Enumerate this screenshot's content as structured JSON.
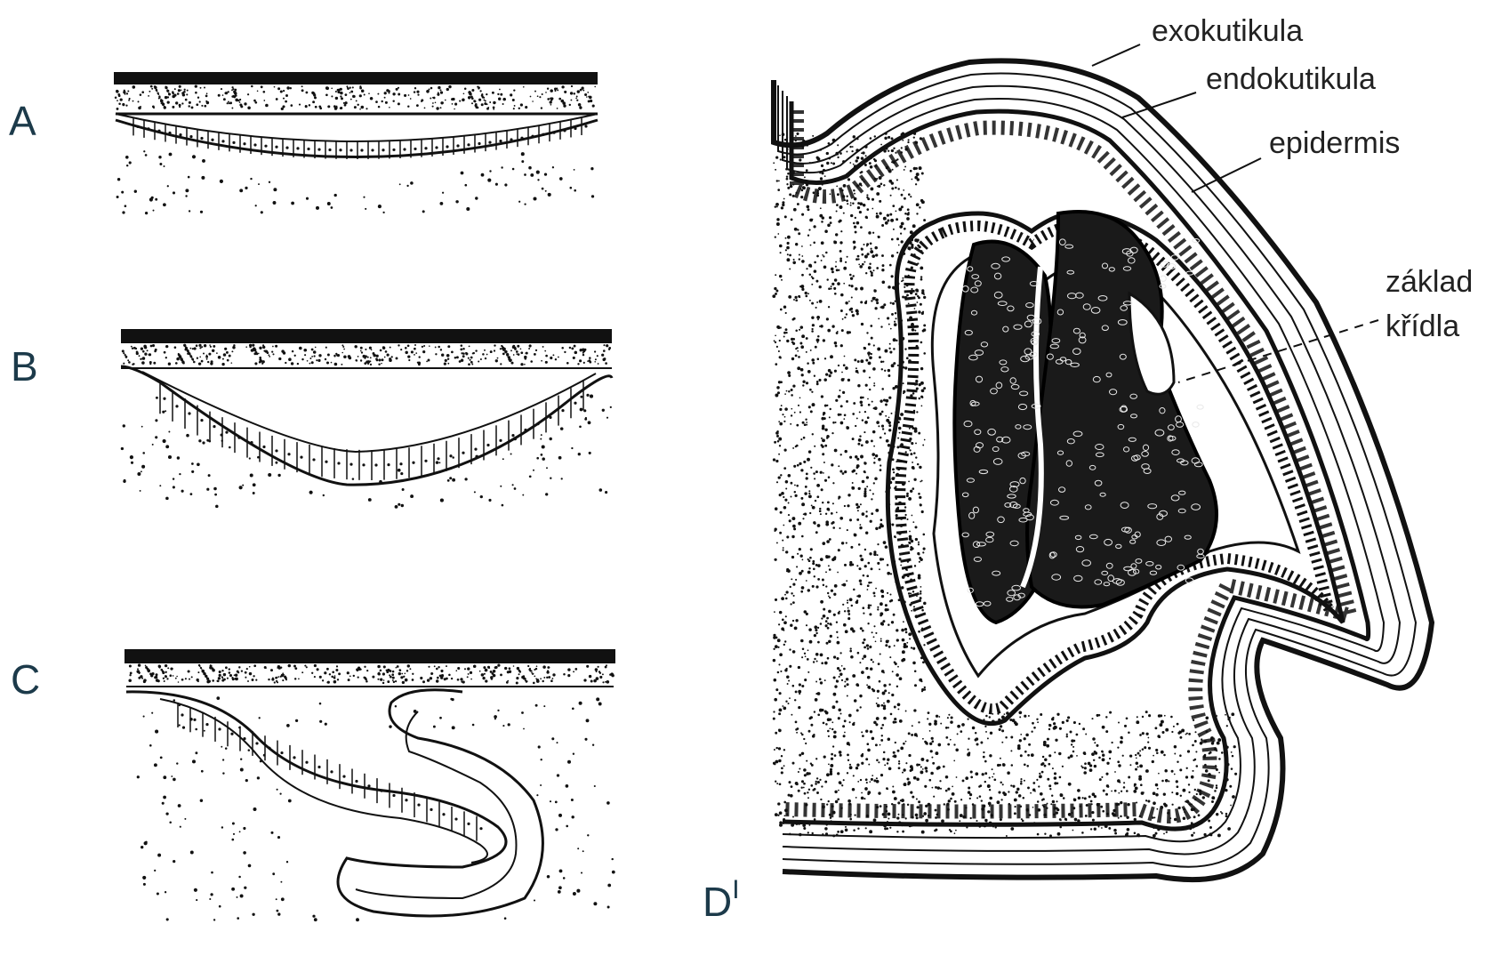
{
  "panels": [
    {
      "id": "A",
      "label": "A"
    },
    {
      "id": "B",
      "label": "B"
    },
    {
      "id": "C",
      "label": "C"
    },
    {
      "id": "D",
      "label": "D",
      "superscript": "I"
    }
  ],
  "annotations": {
    "exokutikula": "exokutikula",
    "endokutikula": "endokutikula",
    "epidermis": "epidermis",
    "zaklad_line1": "základ",
    "zaklad_line2": "křídla"
  },
  "colors": {
    "ink": "#111111",
    "label": "#1c3a4a",
    "background": "#ffffff"
  }
}
